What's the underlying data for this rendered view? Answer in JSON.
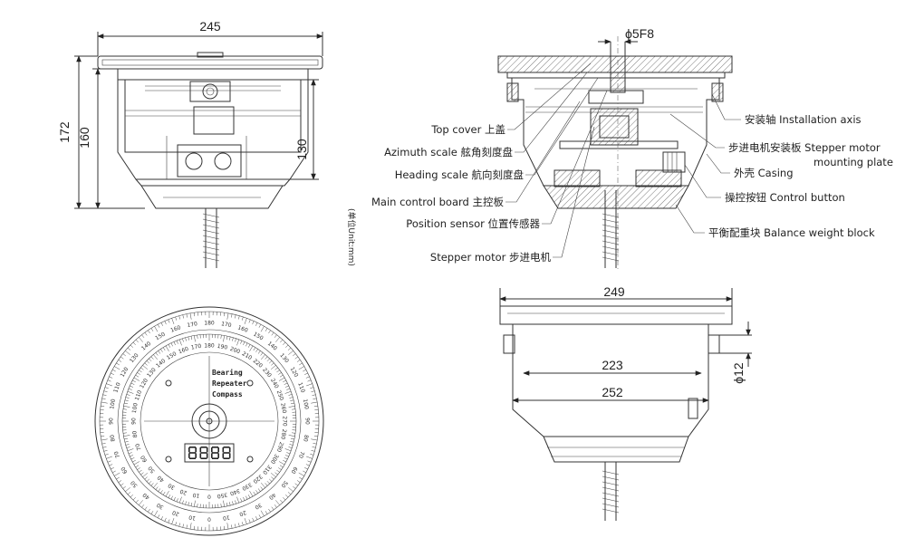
{
  "dimensions": {
    "side_width": "245",
    "side_total_height": "172",
    "side_body_height": "160",
    "side_inner_height": "130",
    "shaft": "ϕ5F8",
    "bottom_overall_width": "249",
    "bottom_inner": "223",
    "bottom_flange": "252",
    "bottom_hole": "ϕ12"
  },
  "unit_note": "(单位Unit:mm)",
  "labels": {
    "top_cover": "Top cover 上盖",
    "azimuth_scale": "Azimuth scale 舷角刻度盘",
    "heading_scale": "Heading scale 航向刻度盘",
    "main_control_board": "Main control board 主控板",
    "position_sensor": "Position sensor 位置传感器",
    "stepper_motor": "Stepper motor 步进电机",
    "installation_axis": "安装轴  Installation axis",
    "stepper_plate_1": "步进电机安装板 Stepper motor",
    "stepper_plate_2": "mounting plate",
    "casing": "外壳  Casing",
    "control_button": "操控按钮   Control button",
    "balance_weight": "平衡配重块  Balance weight block"
  },
  "dial": {
    "title_lines": [
      "Bearing",
      "Repeater",
      "Compass"
    ],
    "outer_ring_labels": [
      "0",
      "10",
      "20",
      "30",
      "40",
      "50",
      "60",
      "70",
      "80",
      "90",
      "100",
      "110",
      "120",
      "130",
      "140",
      "150",
      "160",
      "170",
      "180",
      "170",
      "160",
      "150",
      "140",
      "130",
      "120",
      "110",
      "100",
      "90",
      "80",
      "70",
      "60",
      "50",
      "40",
      "30",
      "20",
      "10"
    ],
    "inner_ring_labels": [
      "0",
      "10",
      "20",
      "30",
      "40",
      "50",
      "60",
      "70",
      "80",
      "90",
      "100",
      "110",
      "120",
      "130",
      "140",
      "150",
      "160",
      "170",
      "180",
      "190",
      "200",
      "210",
      "220",
      "230",
      "240",
      "250",
      "260",
      "270",
      "280",
      "290",
      "300",
      "310",
      "320",
      "330",
      "340",
      "350"
    ],
    "display_icon": "seven-segment-display",
    "knob_icon": "center-knob"
  }
}
